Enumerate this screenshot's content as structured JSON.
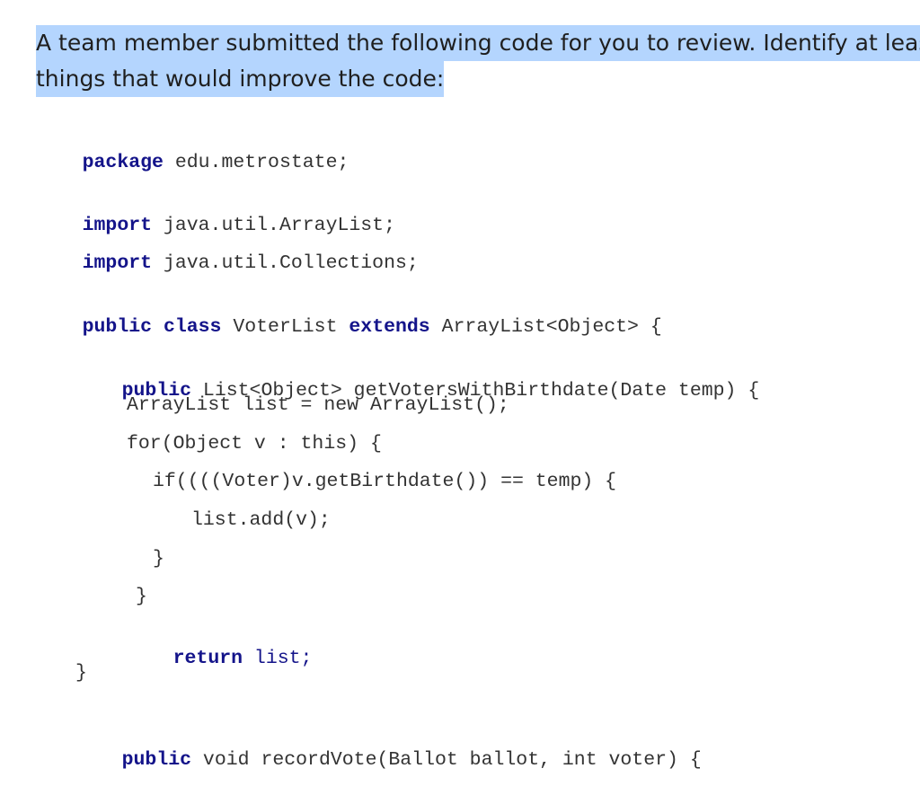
{
  "question": {
    "line1": "A team member submitted the following code for you to review.  Identify at leas",
    "line2": "things that would improve the code:"
  },
  "code": {
    "l1_kw": "package",
    "l1_rest": " edu.metrostate;",
    "l2_kw": "import",
    "l2_rest": " java.util.ArrayList;",
    "l3_kw": "import",
    "l3_rest": " java.util.Collections;",
    "l4_kw1": "public",
    "l4_kw2": "class",
    "l4_mid": " VoterList ",
    "l4_kw3": "extends",
    "l4_rest": " ArrayList<Object> {",
    "l5_kw": "public",
    "l5_rest": " List<Object> getVotersWithBirthdate(Date temp) {",
    "l6": "ArrayList list = new ArrayList();",
    "l7": "for(Object v : this) {",
    "l8": "if((((Voter)v.getBirthdate()) == temp) {",
    "l9": "list.add(v);",
    "l10": "}",
    "l11": "}",
    "l12_kw": "return",
    "l12_rest": " list;",
    "l13": "}",
    "l14_kw": "public",
    "l14_rest": " void recordVote(Ballot ballot, int voter) {"
  }
}
